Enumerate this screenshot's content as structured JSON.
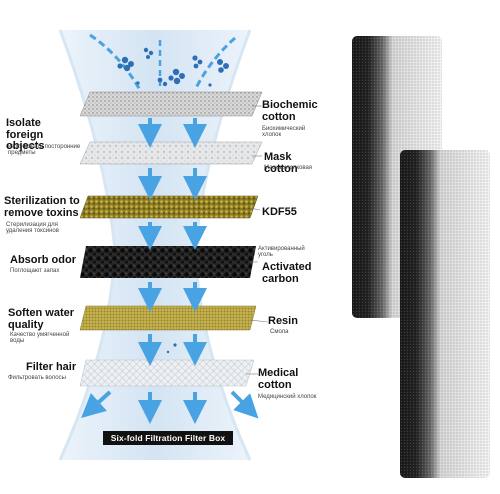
{
  "diagram": {
    "caption": "Six-fold Filtration Filter Box",
    "left_labels": [
      {
        "en": "Isolate foreign objects",
        "ru": "изолировать посторонние предметы"
      },
      {
        "en": "Sterilization to remove toxins",
        "ru": "Стерилизация для удаления токсинов"
      },
      {
        "en": "Absorb odor",
        "ru": "Поглощают запах"
      },
      {
        "en": "Soften water quality",
        "ru": "Качество умягченной воды"
      },
      {
        "en": "Filter hair",
        "ru": "Фильтровать волосы"
      }
    ],
    "layers": [
      {
        "en": "Biochemical cotton",
        "ru": "Биохимический хлопок"
      },
      {
        "en": "Mask cotton",
        "ru": "Маска хлопковая"
      },
      {
        "en": "KDF55",
        "ru": ""
      },
      {
        "en": "Activated carbon",
        "ru": "Активированный уголь"
      },
      {
        "en": "Resin",
        "ru": "Смола"
      },
      {
        "en": "Medical cotton",
        "ru": "Медицинский хлопок"
      }
    ]
  },
  "colors": {
    "funnel": "#d6e6f4",
    "arrow": "#49a3e3",
    "particle": "#2d6fb5",
    "kdf": "#9c8a2a",
    "carbon": "#141414",
    "resin": "#b6a441",
    "foam_dark": "#1c1c1c",
    "foam_light": "#ededed"
  }
}
